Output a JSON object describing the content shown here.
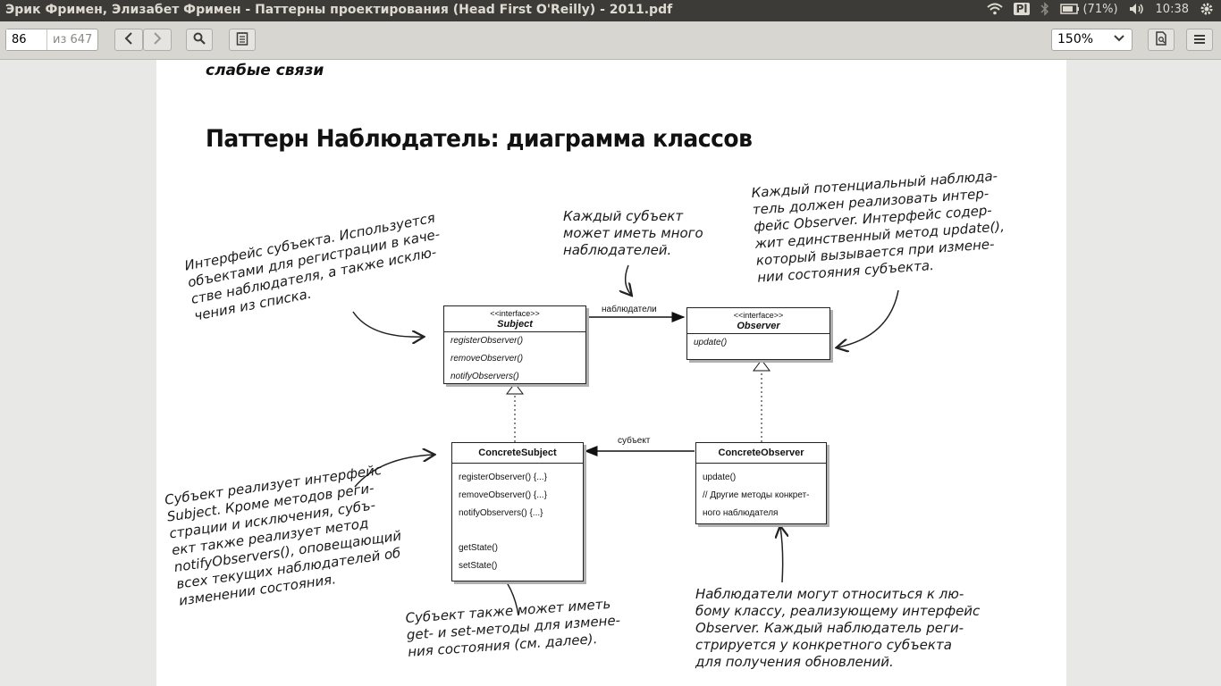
{
  "window": {
    "title": "Эрик Фримен, Элизабет Фримен - Паттерны проектирования (Head First O'Reilly) - 2011.pdf"
  },
  "tray": {
    "wifi_icon": "wifi-icon",
    "keyboard_layout": "Pl",
    "bluetooth_icon": "bluetooth-icon",
    "battery": "(71%)",
    "volume_icon": "volume-icon",
    "time": "10:38",
    "settings_icon": "gear-icon"
  },
  "toolbar": {
    "page_current": "86",
    "page_total": "из 647",
    "zoom": "150%",
    "icons": [
      "chevron-left-icon",
      "chevron-right-icon",
      "search-icon",
      "annotations-icon",
      "document-icon",
      "menu-icon"
    ]
  },
  "page": {
    "section_label": "слабые связи",
    "heading": "Паттерн Наблюдатель: диаграмма классов",
    "subject_box": {
      "stereotype": "<<interface>>",
      "name": "Subject",
      "methods": [
        "registerObserver()",
        "removeObserver()",
        "notifyObservers()"
      ]
    },
    "observer_box": {
      "stereotype": "<<interface>>",
      "name": "Observer",
      "methods": [
        "update()"
      ]
    },
    "concrete_subject_box": {
      "name": "ConcreteSubject",
      "methods": [
        "registerObserver() {...}",
        "removeObserver() {...}",
        "notifyObservers() {...}",
        "",
        "getState()",
        "setState()"
      ]
    },
    "concrete_observer_box": {
      "name": "ConcreteObserver",
      "methods": [
        "update()",
        "// Другие методы конкрет-",
        "ного наблюдателя"
      ]
    },
    "assoc_observers": "наблюдатели",
    "assoc_subject": "субъект",
    "notes": {
      "subject_interface": "Интерфейс субъекта. Используется\nобъектами для регистрации в каче-\nстве наблюдателя, а также исклю-\nчения из списка.",
      "many_observers": "Каждый субъект\nможет иметь много\nнаблюдателей.",
      "observer_interface": "Каждый потенциальный наблюда-\nтель должен реализовать интер-\nфейс Observer. Интерфейс содер-\nжит единственный метод update(),\nкоторый вызывается при измене-\nнии состояния субъекта.",
      "concrete_subject": "Субъект реализует интерфейс\nSubject. Кроме методов реги-\nстрации и исключения, субъ-\nект также реализует метод\nnotifyObservers(), оповещающий\nвсех текущих наблюдателей об\nизменении состояния.",
      "get_set": "Субъект также может иметь\nget- и set-методы для измене-\nния состояния (см. далее).",
      "concrete_observer": "Наблюдатели могут относиться к лю-\nбому классу, реализующему интерфейс\nObserver. Каждый наблюдатель реги-\nстрируется у конкретного субъекта\nдля получения обновлений."
    }
  }
}
